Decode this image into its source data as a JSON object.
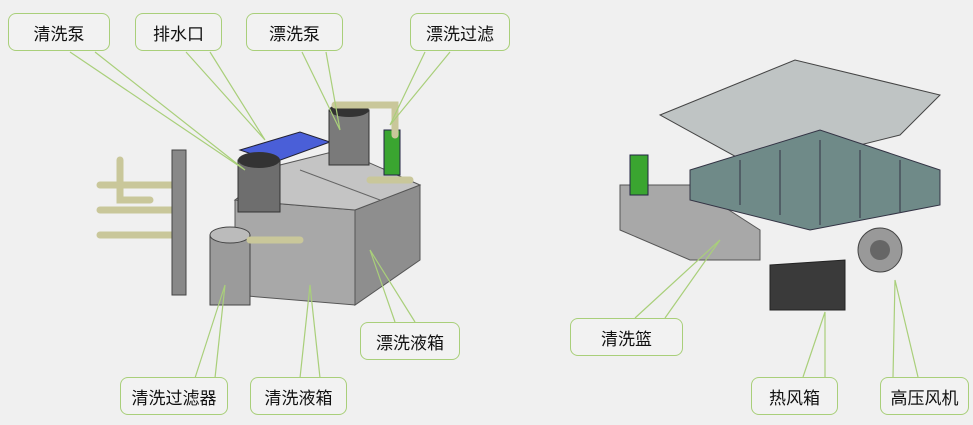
{
  "labels": {
    "cleaning_pump": "清洗泵",
    "drain_outlet": "排水口",
    "rinse_pump": "漂洗泵",
    "rinse_filter": "漂洗过滤",
    "cleaning_filter": "清洗过滤器",
    "cleaning_tank": "清洗液箱",
    "rinse_tank": "漂洗液箱",
    "cleaning_basket": "清洗篮",
    "hot_air_box": "热风箱",
    "high_pressure_blower": "高压风机"
  },
  "colors": {
    "leader": "#a9cf7a",
    "background": "#f0f0f0"
  }
}
